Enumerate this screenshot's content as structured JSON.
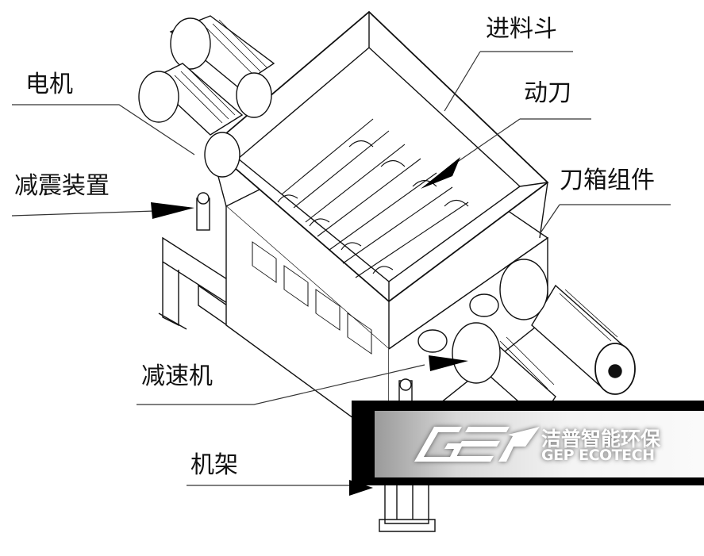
{
  "labels": {
    "hopper": "进料斗",
    "moving_blade": "动刀",
    "motor": "电机",
    "damper": "减震装置",
    "blade_box": "刀箱组件",
    "reducer": "减速机",
    "frame": "机架"
  },
  "logo": {
    "mark": "GEP",
    "name_cn": "洁普智能环保",
    "name_en": "GEP ECOTECH"
  }
}
